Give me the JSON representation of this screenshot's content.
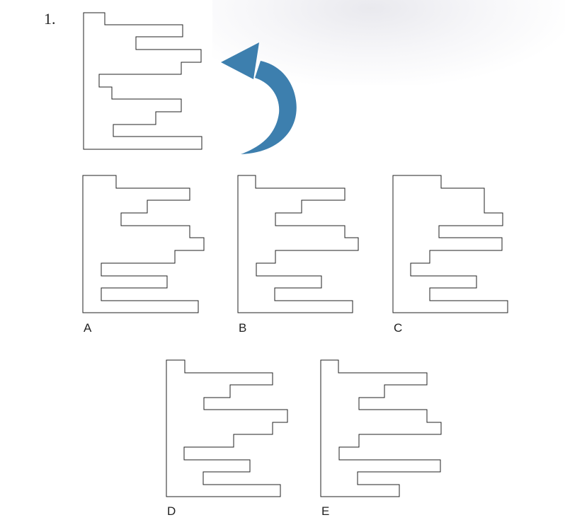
{
  "question": {
    "number": "1."
  },
  "arrow": {
    "icon": "rotate-counterclockwise-arrow-icon",
    "color": "#3d7fae"
  },
  "options": [
    {
      "label": "A"
    },
    {
      "label": "B"
    },
    {
      "label": "C"
    },
    {
      "label": "D"
    },
    {
      "label": "E"
    }
  ],
  "line_color": "#222222"
}
